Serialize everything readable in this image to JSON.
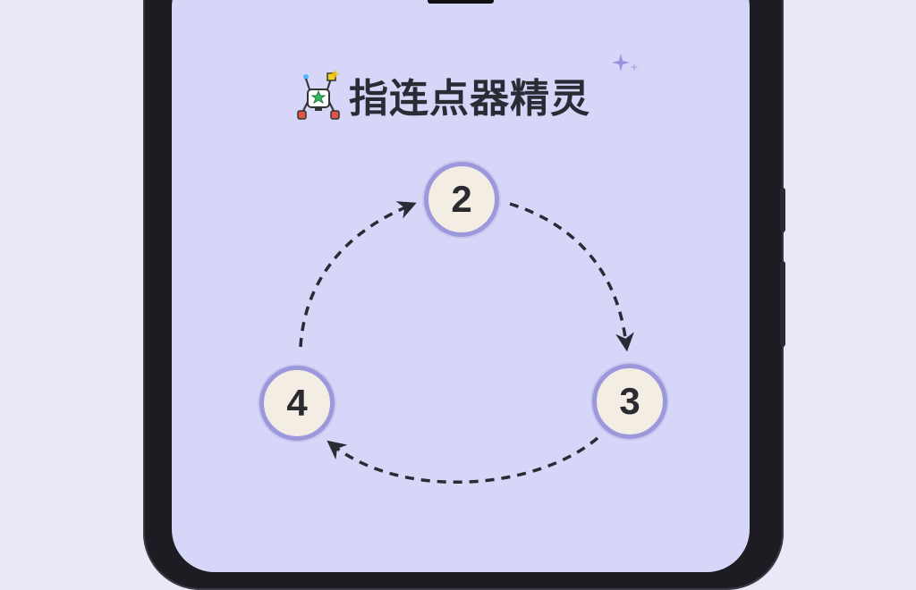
{
  "app": {
    "title": "指连点器精灵",
    "icon": "robot-gear-icon",
    "decoration": "sparkle-icon"
  },
  "nodes": [
    {
      "label": "2"
    },
    {
      "label": "3"
    },
    {
      "label": "4"
    }
  ],
  "colors": {
    "screen": "#d5d6f8",
    "node_fill": "#f3ede4",
    "node_ring": "#9c98dc",
    "arrow": "#2b2b36",
    "sparkle": "#9a90e0"
  }
}
